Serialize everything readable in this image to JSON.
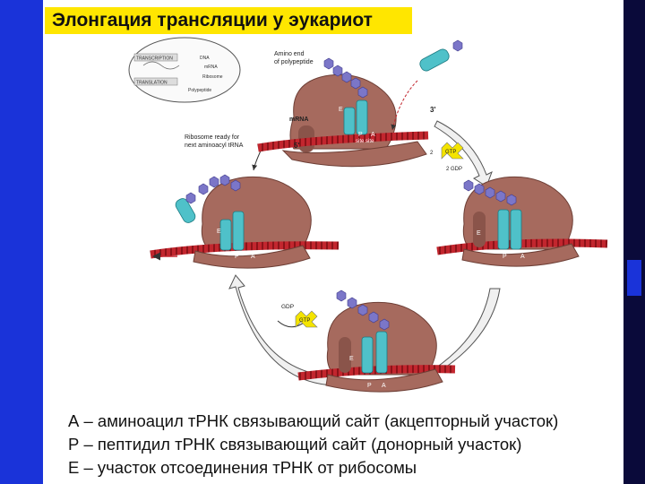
{
  "title": "Элонгация трансляции у эукариот",
  "colors": {
    "side_bar": "#1a33d9",
    "title_bg": "#ffe600",
    "ribosome": "#a66a5e",
    "trna": "#4fc1c9",
    "mrna": "#c2262e",
    "amino_acid": "#7b76c8",
    "gtp": "#f4e400"
  },
  "inset": {
    "transcription": "TRANSCRIPTION",
    "translation": "TRANSLATION",
    "dna": "DNA",
    "mrna": "mRNA",
    "ribosome": "Ribosome",
    "polypeptide": "Polypeptide"
  },
  "labels": {
    "amino_end": [
      "Amino end",
      "of polypeptide"
    ],
    "mrna": "mRNA",
    "three_prime": "3'",
    "five_prime": "5'",
    "ready": [
      "Ribosome ready for",
      "next aminoacyl tRNA"
    ],
    "site_e": "E",
    "site_p": "P",
    "site_a": "A",
    "p_site": "P",
    "a_site": "A",
    "site_site": "site site",
    "gtp": "GTP",
    "gdp": "GDP",
    "two": "2",
    "two_gdp": "2 GDP"
  },
  "legend": [
    "А – аминоацил тРНК связывающий сайт (акцепторный  участок)",
    "Р – пептидил тРНК связывающий сайт (донорный участок)",
    "Е –  участок отсоединения тРНК от рибосомы"
  ]
}
